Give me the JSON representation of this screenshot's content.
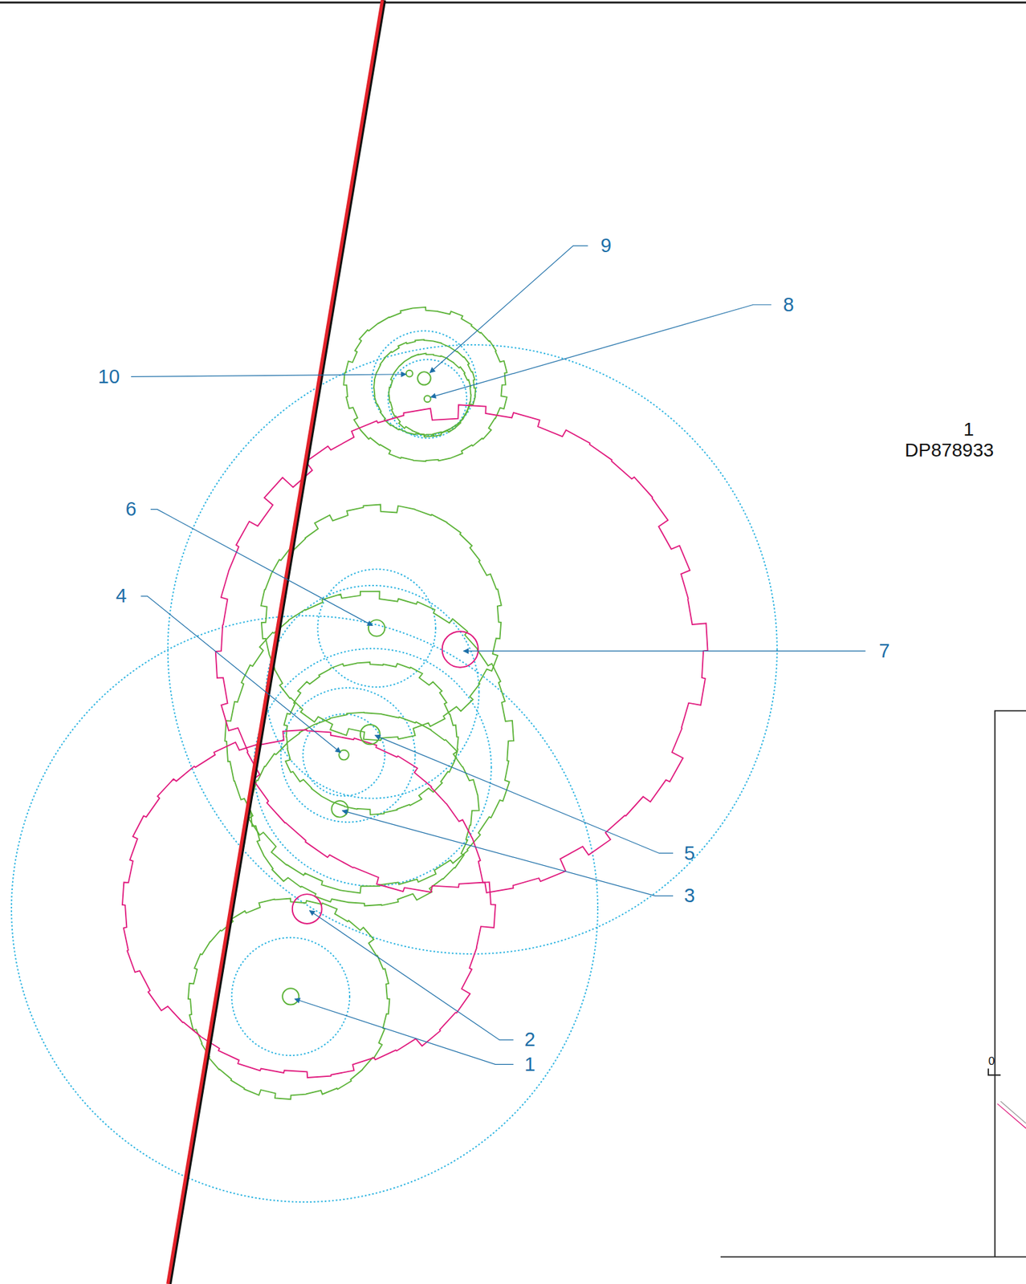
{
  "diagram": {
    "labels": [
      "9",
      "8",
      "10",
      "1",
      "DP878933",
      "6",
      "4",
      "7",
      "5",
      "3",
      "2",
      "1",
      "0"
    ]
  }
}
